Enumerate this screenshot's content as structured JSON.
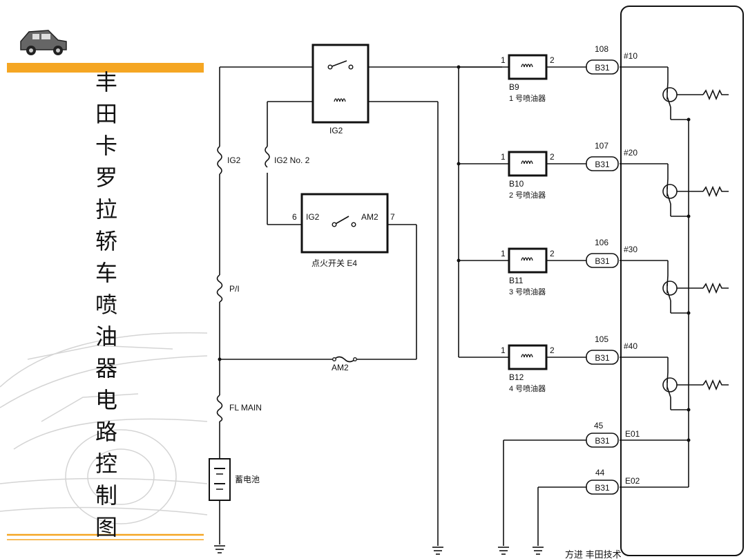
{
  "title_chars": [
    "丰",
    "田",
    "卡",
    "罗",
    "拉",
    "轿",
    "车",
    "喷",
    "油",
    "器",
    "电",
    "路",
    "控",
    "制",
    "图"
  ],
  "colors": {
    "accent": "#F5A623",
    "line": "#111111"
  },
  "labels": {
    "ig2_relay": "IG2",
    "fuse_ig2": "IG2",
    "fuse_ig2_no2": "IG2 No. 2",
    "fuse_pi": "P/I",
    "fuse_am2": "AM2",
    "fuse_fl_main": "FL MAIN",
    "battery": "蓄电池",
    "switch_pin_left": "6",
    "switch_ig2": "IG2",
    "switch_am2": "AM2",
    "switch_pin_right": "7",
    "switch_name": "点火开关 E4",
    "footer_partial": "方进 丰田技术"
  },
  "injectors": [
    {
      "id": "B9",
      "name": "1 号喷油器",
      "pin_in": "1",
      "pin_out": "2",
      "ecu_pin": "108",
      "connector": "B31",
      "signal": "#10"
    },
    {
      "id": "B10",
      "name": "2 号喷油器",
      "pin_in": "1",
      "pin_out": "2",
      "ecu_pin": "107",
      "connector": "B31",
      "signal": "#20"
    },
    {
      "id": "B11",
      "name": "3 号喷油器",
      "pin_in": "1",
      "pin_out": "2",
      "ecu_pin": "106",
      "connector": "B31",
      "signal": "#30"
    },
    {
      "id": "B12",
      "name": "4 号喷油器",
      "pin_in": "1",
      "pin_out": "2",
      "ecu_pin": "105",
      "connector": "B31",
      "signal": "#40"
    }
  ],
  "grounds": [
    {
      "ecu_pin": "45",
      "connector": "B31",
      "signal": "E01"
    },
    {
      "ecu_pin": "44",
      "connector": "B31",
      "signal": "E02"
    }
  ]
}
